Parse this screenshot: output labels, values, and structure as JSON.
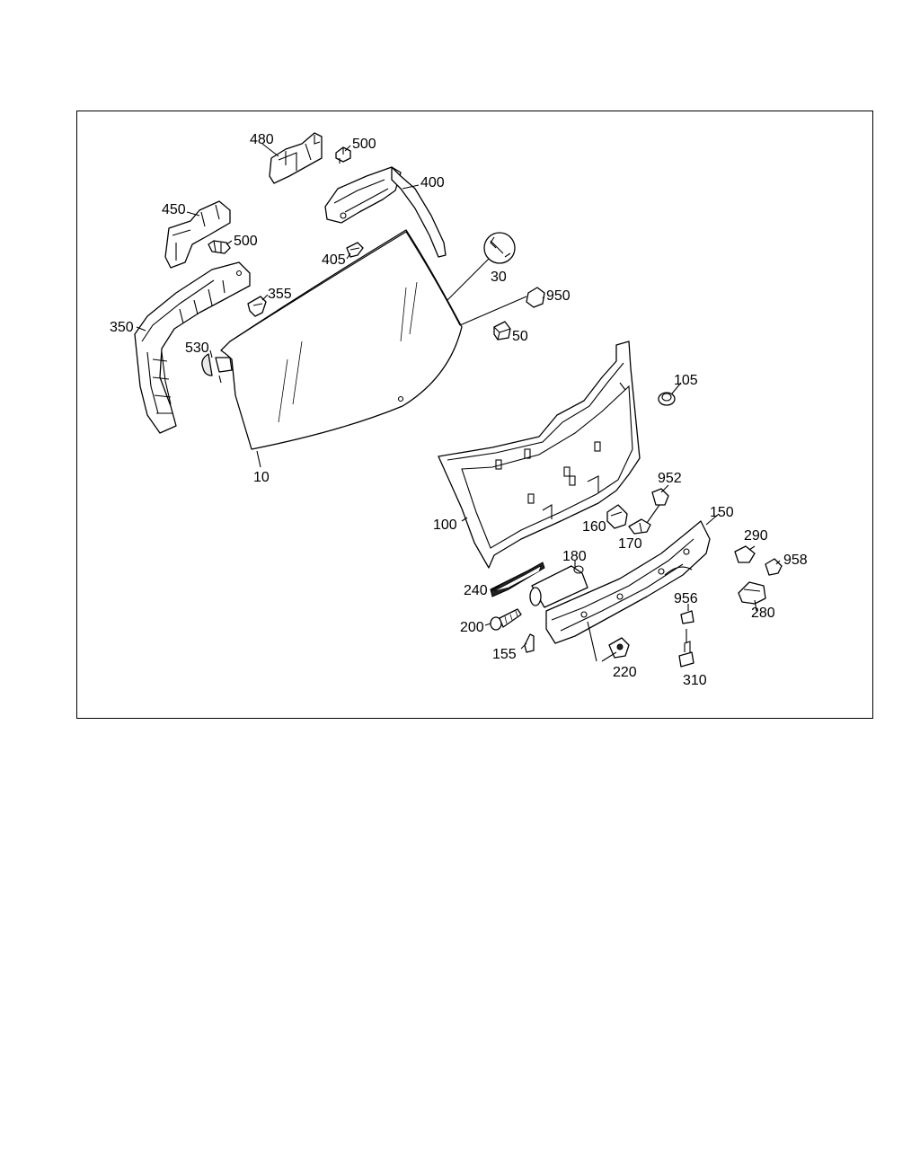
{
  "diagram": {
    "callouts": {
      "p10": "10",
      "p30": "30",
      "p50": "50",
      "p100": "100",
      "p105": "105",
      "p150": "150",
      "p155": "155",
      "p160": "160",
      "p170": "170",
      "p180": "180",
      "p200": "200",
      "p220": "220",
      "p240": "240",
      "p280": "280",
      "p290": "290",
      "p310": "310",
      "p350": "350",
      "p355": "355",
      "p400": "400",
      "p405": "405",
      "p450": "450",
      "p480": "480",
      "p500a": "500",
      "p500b": "500",
      "p530": "530",
      "p950": "950",
      "p952": "952",
      "p956": "956",
      "p958": "958"
    }
  }
}
